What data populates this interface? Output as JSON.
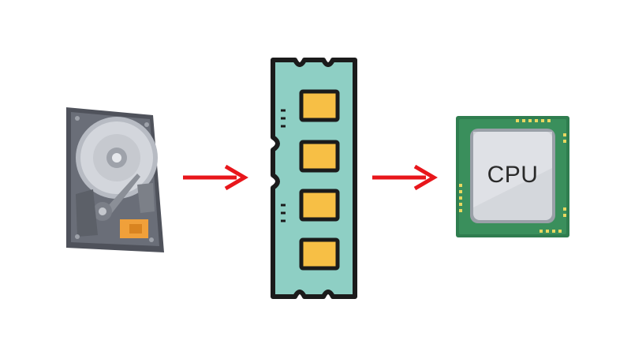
{
  "diagram": {
    "nodes": [
      {
        "id": "hdd",
        "icon": "hard-drive-icon"
      },
      {
        "id": "ram",
        "icon": "ram-module-icon"
      },
      {
        "id": "cpu",
        "icon": "cpu-chip-icon",
        "label": "CPU"
      }
    ],
    "edges": [
      {
        "from": "hdd",
        "to": "ram",
        "color": "#e8161b"
      },
      {
        "from": "ram",
        "to": "cpu",
        "color": "#e8161b"
      }
    ]
  },
  "colors": {
    "arrow": "#e8161b",
    "ram_body": "#8ecfc4",
    "ram_chip": "#f7bf45",
    "ram_outline": "#1b1b1b",
    "cpu_board": "#2f7d4f",
    "cpu_pins": "#e8d760",
    "cpu_lid": "#c8ccd2",
    "hdd_case": "#5a5d66",
    "hdd_platter": "#c9ccd2",
    "hdd_pcb": "#f0a03a"
  }
}
